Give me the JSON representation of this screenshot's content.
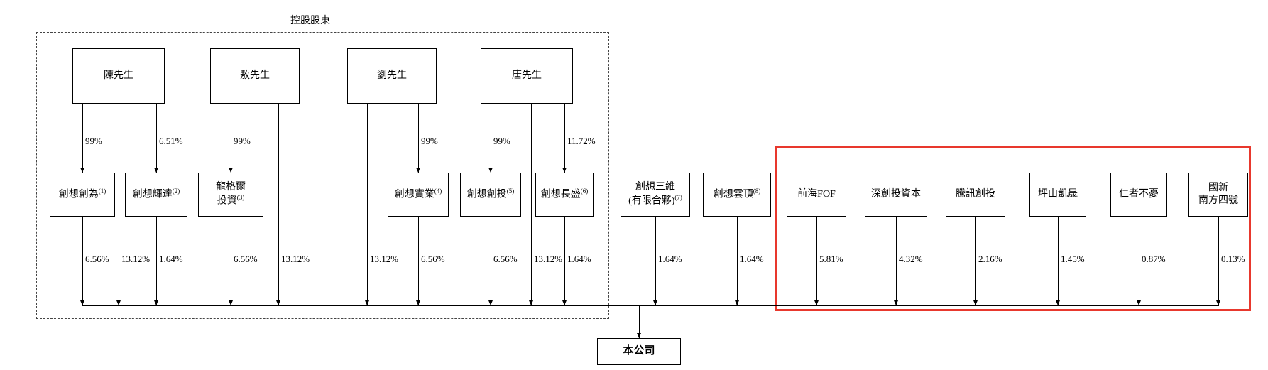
{
  "group_label": "控股股東",
  "nodes": {
    "chen": {
      "line1": "陳先生"
    },
    "ao": {
      "line1": "敖先生"
    },
    "liu": {
      "line1": "劉先生"
    },
    "tang": {
      "line1": "唐先生"
    },
    "b1": {
      "line1": "創想創為",
      "sup1": "(1)"
    },
    "b2": {
      "line1": "創想輝達",
      "sup1": "(2)"
    },
    "b3": {
      "line1": "龍格爾",
      "line2": "投資",
      "sup2": "(3)"
    },
    "b4": {
      "line1": "創想實業",
      "sup1": "(4)"
    },
    "b5": {
      "line1": "創想創投",
      "sup1": "(5)"
    },
    "b6": {
      "line1": "創想長盛",
      "sup1": "(6)"
    },
    "b7": {
      "line1": "創想三維",
      "line2": "(有限合夥)",
      "sup2": "(7)"
    },
    "b8": {
      "line1": "創想雲頂",
      "sup1": "(8)"
    },
    "r1": {
      "line1": "前海FOF"
    },
    "r2": {
      "line1": "深創投資本"
    },
    "r3": {
      "line1": "騰訊創投"
    },
    "r4": {
      "line1": "坪山凱晟"
    },
    "r5": {
      "line1": "仁者不憂"
    },
    "r6": {
      "line1": "國新",
      "line2": "南方四號"
    },
    "company": {
      "line1": "本公司"
    }
  },
  "ownership": {
    "chen_b1": "99%",
    "chen_b2": "6.51%",
    "ao_b3": "99%",
    "liu_b4": "99%",
    "tang_b5": "99%",
    "tang_b6": "11.72%",
    "chen_direct": "13.12%",
    "ao_direct": "13.12%",
    "liu_direct": "13.12%",
    "tang_direct": "13.12%",
    "b1": "6.56%",
    "b2": "1.64%",
    "b3": "6.56%",
    "b4": "6.56%",
    "b5": "6.56%",
    "b6": "1.64%",
    "b7": "1.64%",
    "b8": "1.64%",
    "r1": "5.81%",
    "r2": "4.32%",
    "r3": "2.16%",
    "r4": "1.45%",
    "r5": "0.87%",
    "r6": "0.13%"
  },
  "colors": {
    "highlight_red": "#e8382d",
    "line_black": "#000000"
  }
}
